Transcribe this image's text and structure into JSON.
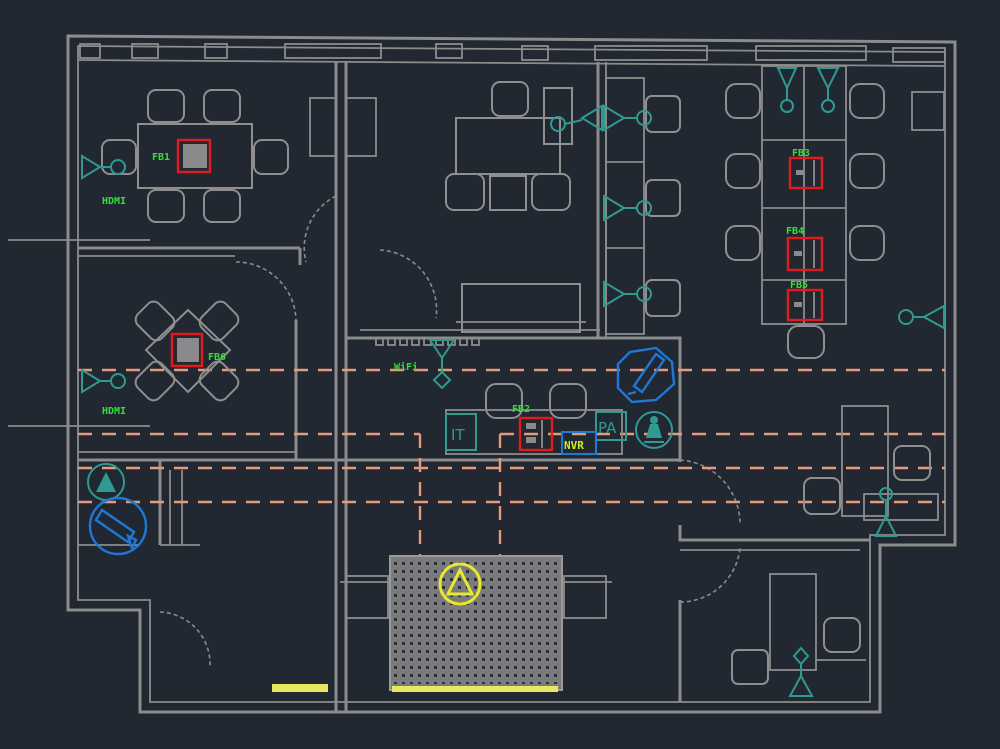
{
  "drawing": {
    "type": "CAD floor plan",
    "background": "#212832",
    "colors": {
      "walls": "#8c8c8c",
      "cable_tray_dashed": "#e59a7a",
      "network_symbols": "#2f9a90",
      "cctv": "#1e78d4",
      "floor_boxes": "#e51a1a",
      "labels": "#33e033",
      "yellow_items": "#e8e830"
    }
  },
  "labels": {
    "fb1": "FB1",
    "fb2": "FB2",
    "fb3": "FB3",
    "fb4": "FB4",
    "fb5": "FB5",
    "fb6": "FB6",
    "hdmi_1": "HDMI",
    "hdmi_2": "HDMI",
    "wifi": "WiFi",
    "it": "IT",
    "pa": "PA",
    "nvr": "NVR"
  },
  "symbols": [
    {
      "name": "data-outlet",
      "count": 7
    },
    {
      "name": "cctv-camera",
      "count": 2
    },
    {
      "name": "wifi-access-point",
      "count": 1
    },
    {
      "name": "speaker",
      "count": 2
    },
    {
      "name": "smoke-detector",
      "count": 1
    }
  ]
}
